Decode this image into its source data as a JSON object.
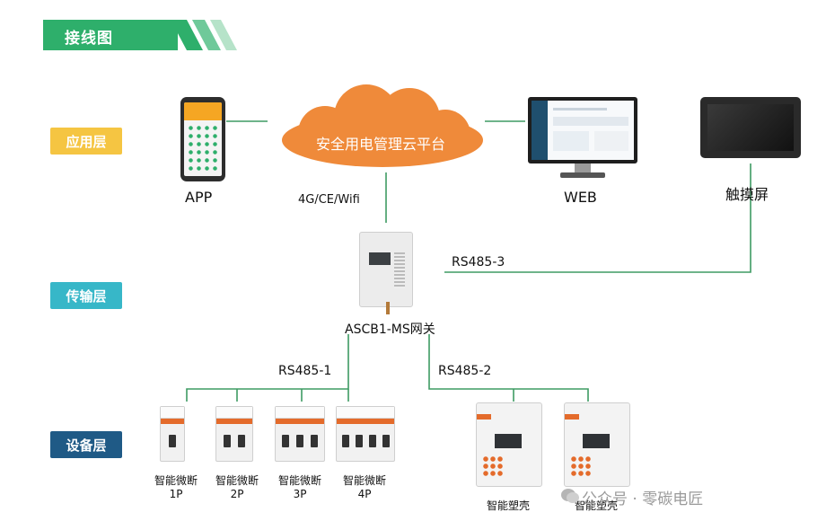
{
  "header": {
    "title": "接线图",
    "color": "#2eaf6b"
  },
  "layers": {
    "application": {
      "label": "应用层",
      "color": "#f5c542"
    },
    "transmission": {
      "label": "传输层",
      "color": "#37b7c8"
    },
    "device": {
      "label": "设备层",
      "color": "#1f5a86"
    }
  },
  "cloud": {
    "label": "安全用电管理云平台",
    "color": "#ef8a3a"
  },
  "app": {
    "label": "APP"
  },
  "web": {
    "label": "WEB"
  },
  "touch": {
    "label": "触摸屏"
  },
  "links": {
    "cloud_gateway": "4G/CE/Wifi",
    "gateway_touch": "RS485-3",
    "gateway_breakers": "RS485-1",
    "gateway_mccb": "RS485-2"
  },
  "gateway": {
    "label": "ASCB1-MS网关"
  },
  "breakers": [
    {
      "line1": "智能微断",
      "line2": "1P",
      "poles": 1
    },
    {
      "line1": "智能微断",
      "line2": "2P",
      "poles": 2
    },
    {
      "line1": "智能微断",
      "line2": "3P",
      "poles": 3
    },
    {
      "line1": "智能微断",
      "line2": "4P",
      "poles": 4
    }
  ],
  "mccbs": [
    {
      "label": "智能塑壳"
    },
    {
      "label": "智能塑壳"
    }
  ],
  "watermark": {
    "text": "公众号 · 零碳电匠",
    "icon": "wechat-icon"
  }
}
